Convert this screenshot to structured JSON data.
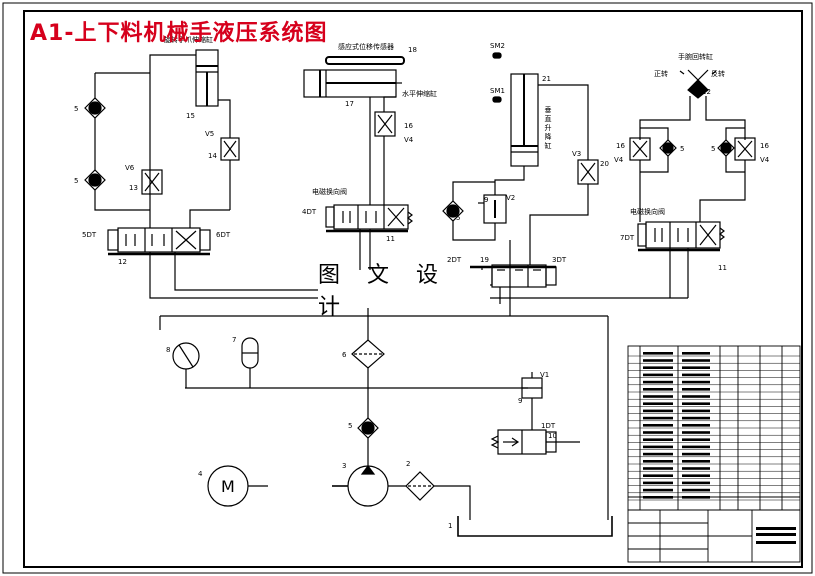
{
  "title": "A1-上下料机械手液压系统图",
  "watermark": "图 文 设 计",
  "labels": {
    "c15": "15",
    "c15_top": "旋转手爪伸缩缸",
    "v5": "V5",
    "c17": "17",
    "c18": "18",
    "c18_text": "感应式位移传感器",
    "c17_text": "水平伸缩缸",
    "c16a": "16",
    "v4a": "V4",
    "c14": "14",
    "c13": "13",
    "v6": "V6",
    "c5a": "5",
    "c5b": "5",
    "c12": "12",
    "dt5": "5DT",
    "dt6": "6DT",
    "hand_valve_a": "电磁换向阀",
    "dt4": "4DT",
    "c11a": "11",
    "sm2": "SM2",
    "sm1": "SM1",
    "c21": "21",
    "c21_text": "垂直升降缸",
    "v3": "V3",
    "c20": "20",
    "c9": "9",
    "v2": "V2",
    "c5c": "5",
    "dt2": "2DT",
    "c19": "19",
    "dt3": "3DT",
    "rotary_text": "手腕回转缸",
    "zhengzhuan": "正转",
    "fanzhuan": "反转",
    "c22": "22",
    "c16b": "16",
    "v4b": "V4",
    "c5d": "5",
    "c5e": "5",
    "c16c": "16",
    "v4c": "V4",
    "hand_valve_b": "电磁换向阀",
    "dt7": "7DT",
    "c11b": "11",
    "c8": "8",
    "c7": "7",
    "c6": "6",
    "c5f": "5",
    "v1": "V1",
    "c9b": "9",
    "dt1": "1DT",
    "c10": "10",
    "c4": "4",
    "motor": "M",
    "c3": "3",
    "c2": "2",
    "c1": "1"
  },
  "colors": {
    "title": "#d6001c",
    "line": "#000000"
  }
}
